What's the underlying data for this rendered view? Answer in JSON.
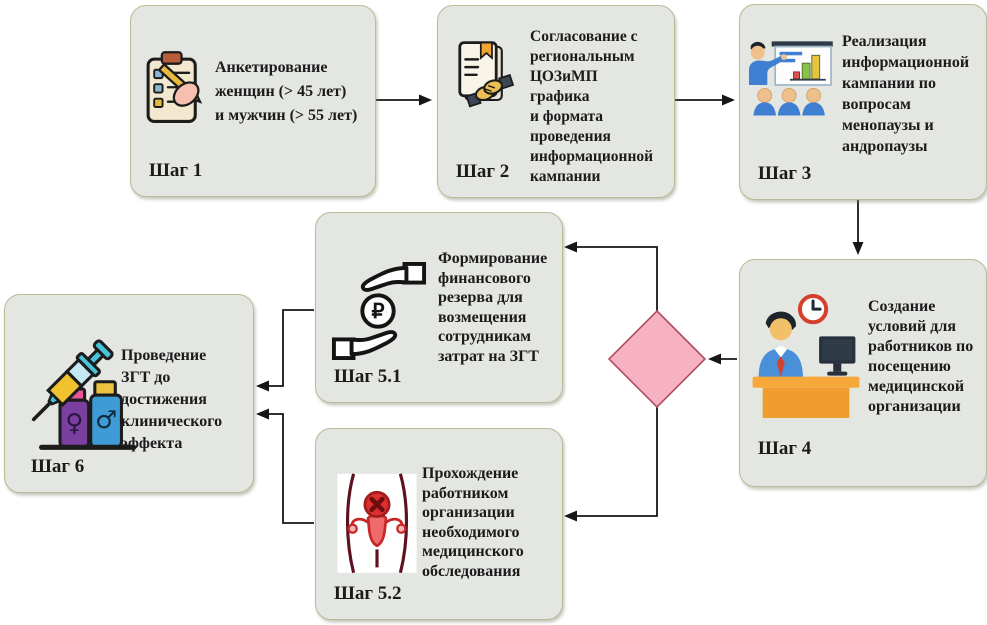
{
  "colors": {
    "background": "#ffffff",
    "box_fill": "#e4e6e2",
    "box_border": "#b9bc96",
    "diamond_fill": "#f6b1c3",
    "diamond_border": "#b44d62",
    "connector": "#161616",
    "text": "#1b1b1b"
  },
  "steps": [
    {
      "label": "Шаг 1",
      "text": "Анкетирование\nженщин (> 45 лет)\nи мужчин (> 55 лет)",
      "icon": "clipboard-survey-icon"
    },
    {
      "label": "Шаг 2",
      "text": "Согласование с\nрегиональным\nЦОЗиМП\nграфика\nи формата\nпроведения\nинформационной\nкампании",
      "icon": "document-handshake-icon"
    },
    {
      "label": "Шаг 3",
      "text": "Реализация\nинформационной\nкампании по\nвопросам\nменопаузы и\nандропаузы",
      "icon": "presentation-audience-icon"
    },
    {
      "label": "Шаг 4",
      "text": "Создание\nусловий для\nработников по\nпосещению\nмедицинской\nорганизации",
      "icon": "office-worker-clock-icon"
    },
    {
      "label": "Шаг 5.1",
      "text": "Формирование\nфинансового\nрезерва для\nвозмещения\nсотрудникам\nзатрат на ЗГТ",
      "icon": "hands-ruble-coin-icon"
    },
    {
      "label": "Шаг 5.2",
      "text": "Прохождение\nработником\nорганизации\nнеобходимого\nмедицинского\nобследования",
      "icon": "uterus-exam-icon"
    },
    {
      "label": "Шаг 6",
      "text": "Проведение\nЗГТ до\nдостижения\nклинического\nэффекта",
      "icon": "syringe-vials-icon"
    }
  ],
  "icon_glyphs": {
    "ruble": "₽",
    "female": "♀",
    "male": "♂"
  }
}
